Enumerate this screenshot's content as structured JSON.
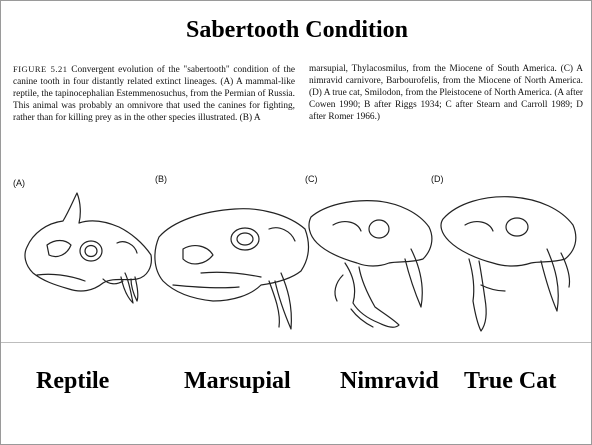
{
  "slide": {
    "title": "Sabertooth Condition"
  },
  "figure": {
    "figure_label": "FIGURE 5.21",
    "caption_left": "Convergent evolution of the \"sabertooth\" condition of the canine tooth in four distantly related extinct lineages. (A) A mammal-like reptile, the tapinocephalian Estemmenosuchus, from the Permian of Russia. This animal was probably an omnivore that used the canines for fighting, rather than for killing prey as in the other species illustrated. (B) A",
    "caption_right": "marsupial, Thylacosmilus, from the Miocene of South America. (C) A nimravid carnivore, Barbourofelis, from the Miocene of North America. (D) A true cat, Smilodon, from the Pleistocene of North America. (A after Cowen 1990; B after Riggs 1934; C after Stearn and Carroll 1989; D after Romer 1966.)",
    "panels": [
      "(A)",
      "(B)",
      "(C)",
      "(D)"
    ]
  },
  "labels": [
    "Reptile",
    "Marsupial",
    "Nimravid",
    "True Cat"
  ]
}
